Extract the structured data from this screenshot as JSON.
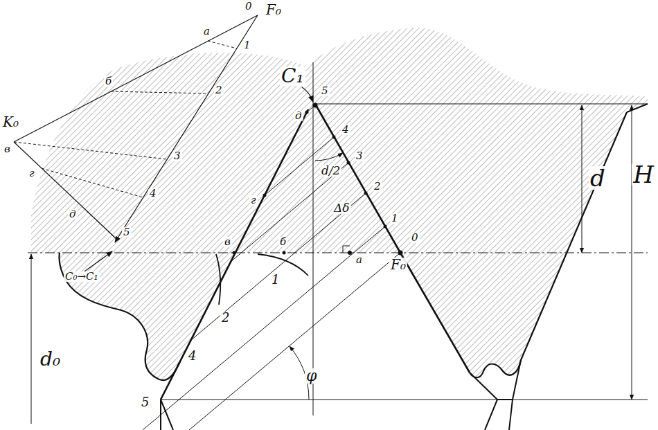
{
  "diagram": {
    "labels": [
      "0",
      "F₀",
      "а",
      "1",
      "б",
      "2",
      "K₀",
      "в",
      "3",
      "г",
      "4",
      "д",
      "5",
      "C₁",
      "5",
      "д",
      "4",
      "3",
      "2",
      "d/2",
      "1",
      "Δδ",
      "0",
      "F₀",
      "г",
      "в",
      "б",
      "а",
      "1",
      "2",
      "4",
      "5",
      "C₀→C₁",
      "d₀",
      "φ",
      "d",
      "H"
    ]
  }
}
